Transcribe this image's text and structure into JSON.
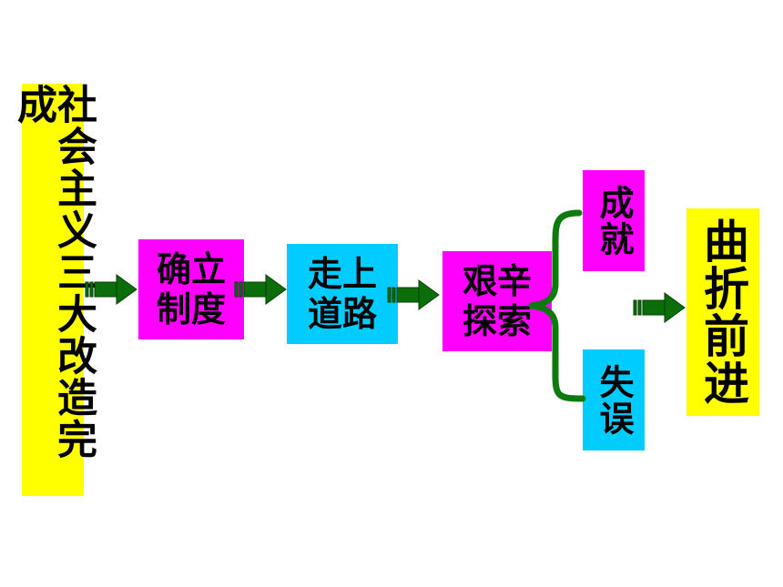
{
  "colors": {
    "yellow": "#ffff00",
    "magenta": "#ff00ff",
    "cyan": "#00ccff",
    "arrow_green": "#0b6e0b",
    "brace_green": "#0e7a0e"
  },
  "nodes": {
    "start": "社会主义三大改造完成",
    "establish": {
      "line1": "确立",
      "line2": "制度"
    },
    "road": {
      "line1": "走上",
      "line2": "道路"
    },
    "explore": {
      "line1": "艰辛",
      "line2": "探索"
    },
    "achievement": "成就",
    "mistake": "失误",
    "end": "曲折前进"
  }
}
